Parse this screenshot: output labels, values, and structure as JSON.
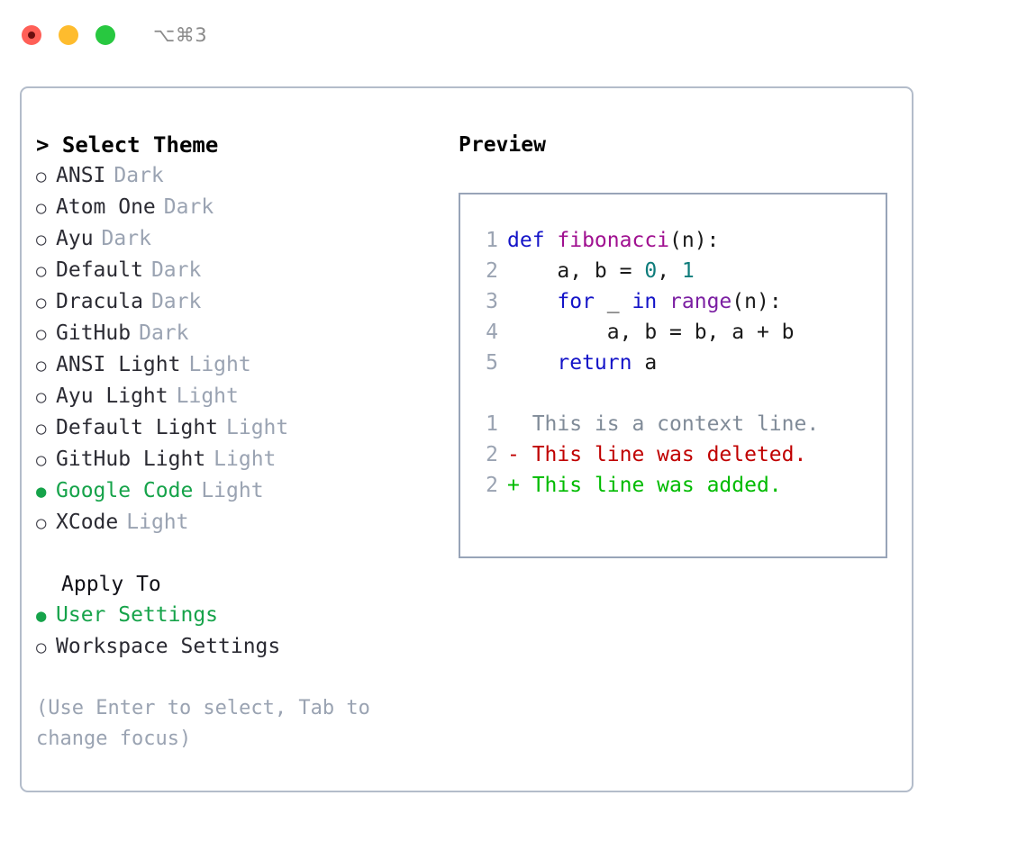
{
  "titlebar": {
    "shortcut": "⌥⌘3",
    "lights": [
      "close-red",
      "minimize-yellow",
      "maximize-green"
    ]
  },
  "theme_selector": {
    "header_prompt": "> ",
    "header": "Select Theme",
    "bullet_selected": "●",
    "bullet_unselected": "○",
    "options": [
      {
        "label": "ANSI",
        "kind": "Dark",
        "selected": false
      },
      {
        "label": "Atom One",
        "kind": "Dark",
        "selected": false
      },
      {
        "label": "Ayu",
        "kind": "Dark",
        "selected": false
      },
      {
        "label": "Default",
        "kind": "Dark",
        "selected": false
      },
      {
        "label": "Dracula",
        "kind": "Dark",
        "selected": false
      },
      {
        "label": "GitHub",
        "kind": "Dark",
        "selected": false
      },
      {
        "label": "ANSI Light",
        "kind": "Light",
        "selected": false
      },
      {
        "label": "Ayu Light",
        "kind": "Light",
        "selected": false
      },
      {
        "label": "Default Light",
        "kind": "Light",
        "selected": false
      },
      {
        "label": "GitHub Light",
        "kind": "Light",
        "selected": false
      },
      {
        "label": "Google Code",
        "kind": "Light",
        "selected": true
      },
      {
        "label": "XCode",
        "kind": "Light",
        "selected": false
      }
    ]
  },
  "apply_to": {
    "header": "Apply To",
    "options": [
      {
        "label": "User Settings",
        "selected": true
      },
      {
        "label": "Workspace Settings",
        "selected": false
      }
    ]
  },
  "hint": "(Use Enter to select, Tab to change focus)",
  "preview": {
    "title": "Preview",
    "code_lines": [
      {
        "num": "1",
        "tokens": [
          {
            "t": "def ",
            "c": "tok-kw"
          },
          {
            "t": "fibonacci",
            "c": "tok-fn"
          },
          {
            "t": "(n):",
            "c": "tok-pl"
          }
        ]
      },
      {
        "num": "2",
        "tokens": [
          {
            "t": "    a, b = ",
            "c": "tok-pl"
          },
          {
            "t": "0",
            "c": "tok-num"
          },
          {
            "t": ", ",
            "c": "tok-pl"
          },
          {
            "t": "1",
            "c": "tok-num"
          }
        ]
      },
      {
        "num": "3",
        "tokens": [
          {
            "t": "    ",
            "c": "tok-pl"
          },
          {
            "t": "for",
            "c": "tok-kw"
          },
          {
            "t": " _ ",
            "c": "tok-pl"
          },
          {
            "t": "in",
            "c": "tok-kw"
          },
          {
            "t": " ",
            "c": "tok-pl"
          },
          {
            "t": "range",
            "c": "tok-bi"
          },
          {
            "t": "(n):",
            "c": "tok-pl"
          }
        ]
      },
      {
        "num": "4",
        "tokens": [
          {
            "t": "        a, b = b, a + b",
            "c": "tok-pl"
          }
        ]
      },
      {
        "num": "5",
        "tokens": [
          {
            "t": "    ",
            "c": "tok-pl"
          },
          {
            "t": "return",
            "c": "tok-kw"
          },
          {
            "t": " a",
            "c": "tok-pl"
          }
        ]
      }
    ],
    "diff_lines": [
      {
        "num": "1",
        "marker": "  ",
        "text": "This is a context line.",
        "cls": "diff-ctx"
      },
      {
        "num": "2",
        "marker": "- ",
        "text": "This line was deleted.",
        "cls": "diff-del"
      },
      {
        "num": "2",
        "marker": "+ ",
        "text": "This line was added.",
        "cls": "diff-add"
      }
    ]
  },
  "colors": {
    "accent_green": "#16a34a",
    "muted": "#9aa3b2",
    "panel_border": "#b3bcca",
    "preview_border": "#98a4b8",
    "keyword": "#1414c8",
    "function": "#a01090",
    "builtin": "#7b1fa2",
    "number": "#0e7c7b",
    "diff_deleted": "#c00000",
    "diff_added": "#00bb00",
    "diff_context": "#808b98"
  }
}
